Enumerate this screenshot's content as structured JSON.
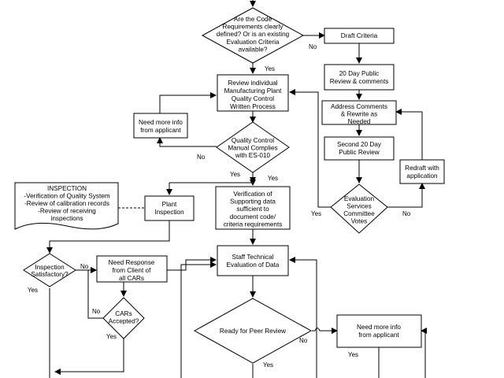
{
  "nodes": {
    "d_code": [
      "Are the Code",
      "Requirements clearly",
      "defined? Or is an existing",
      "Evaluation Criteria",
      "available?"
    ],
    "draft_criteria": [
      "Draft Criteria"
    ],
    "review_process": [
      "Review individual",
      "Manufacturing Plant",
      "Quality Control",
      "Written Process"
    ],
    "public_review1": [
      "20 Day Public",
      "Review & comments"
    ],
    "address_comments": [
      "Address Comments",
      "& Rewrite as",
      "Needed"
    ],
    "public_review2": [
      "Second 20 Day",
      "Public Review"
    ],
    "need_info_applicant1": [
      "Need more info",
      "from applicant"
    ],
    "d_qc_manual": [
      "Quality Control",
      "Manual Complies",
      "with ES-010"
    ],
    "redraft": [
      "Redraft with",
      "application"
    ],
    "d_committee": [
      "Evaluation",
      "Services",
      "Committee",
      "Votes"
    ],
    "inspection_note": [
      "INSPECTION",
      "-Verification of Quality System",
      "-Review of calibration records",
      "-Review of receiving",
      "inspections"
    ],
    "plant_inspection": [
      "Plant",
      "Inspection"
    ],
    "verification": [
      "Verification of",
      "Supporting data",
      "sufficient to",
      "document code/",
      "criteria requirements"
    ],
    "d_inspection_ok": [
      "Inspection",
      "Satisfactory?"
    ],
    "need_response": [
      "Need Response",
      "from Client of",
      "all CARs"
    ],
    "staff_eval": [
      "Staff Technical",
      "Evaluation of Data"
    ],
    "d_cars": [
      "CARs",
      "Accepted?"
    ],
    "d_peer_review": [
      "Ready for Peer Review"
    ],
    "need_info_applicant2": [
      "Need more info",
      "from applicant"
    ]
  },
  "edge_labels": {
    "code_no": "No",
    "code_yes": "Yes",
    "qc_no": "No",
    "qc_yes": "Yes",
    "committee_yes": "Yes",
    "committee_no": "No",
    "insp_no": "No",
    "insp_yes": "Yes",
    "cars_no": "No",
    "cars_yes": "Yes",
    "peer_no": "No",
    "peer_yes": "Yes",
    "info2_yes": "Yes"
  }
}
